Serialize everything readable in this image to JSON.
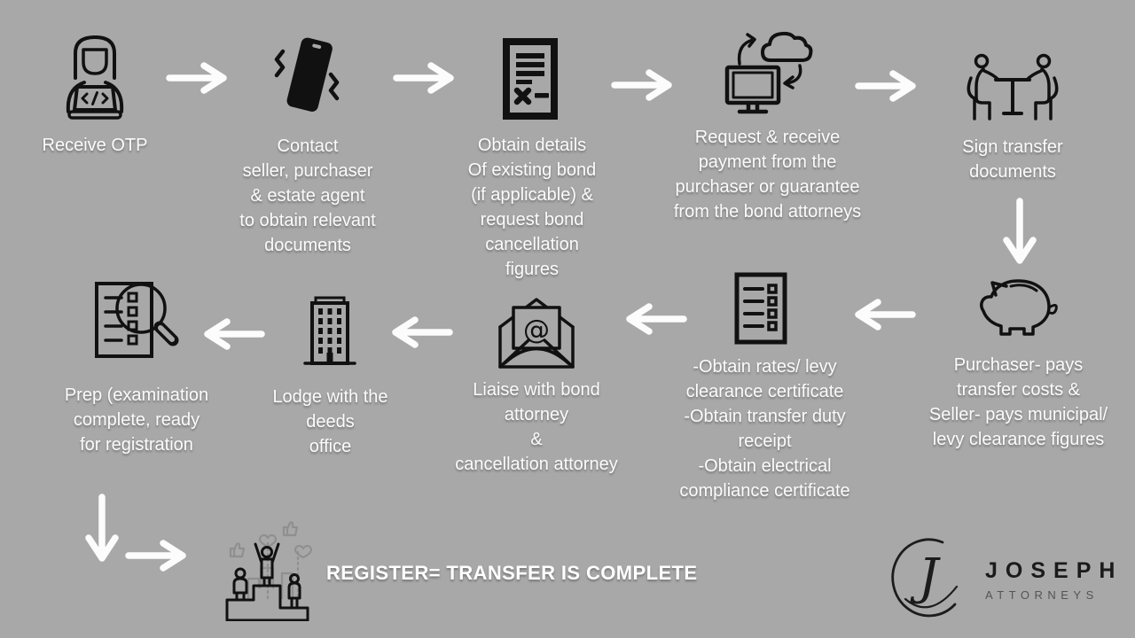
{
  "colors": {
    "background": "#a8a8a8",
    "icon_ink": "#111111",
    "label_text": "#fbfbfb",
    "arrow": "#fcfcfc",
    "podium_gray": "#8f8f8f",
    "logo_dark": "#1c1c1c",
    "logo_gray": "#555555"
  },
  "steps": [
    {
      "name": "receive-otp",
      "icon": "woman-laptop-icon",
      "label": "Receive OTP"
    },
    {
      "name": "contact-parties",
      "icon": "vibrating-phone-icon",
      "label": "Contact\nseller, purchaser\n& estate agent\nto obtain relevant\ndocuments"
    },
    {
      "name": "obtain-bond-details",
      "icon": "document-cancel-icon",
      "label": "Obtain details\nOf existing bond\n(if applicable) &\nrequest bond\ncancellation\nfigures"
    },
    {
      "name": "request-payment",
      "icon": "computer-cloud-sync-icon",
      "label": "Request & receive\npayment from the\npurchaser or guarantee\nfrom the bond attorneys"
    },
    {
      "name": "sign-transfer-documents",
      "icon": "meeting-table-icon",
      "label": "Sign transfer\ndocuments"
    },
    {
      "name": "pay-costs",
      "icon": "piggy-bank-icon",
      "label": "Purchaser- pays\ntransfer costs &\nSeller- pays municipal/\nlevy clearance figures"
    },
    {
      "name": "obtain-certificates",
      "icon": "checklist-icon",
      "label": "-Obtain rates/ levy\nclearance certificate\n-Obtain transfer duty\nreceipt\n-Obtain electrical\ncompliance certificate"
    },
    {
      "name": "liaise-attorneys",
      "icon": "email-envelope-icon",
      "label": "Liaise with bond\nattorney\n&\ncancellation attorney"
    },
    {
      "name": "lodge-deeds-office",
      "icon": "office-building-icon",
      "label": "Lodge with the\ndeeds\noffice"
    },
    {
      "name": "prep-registration",
      "icon": "document-magnifier-icon",
      "label": "Prep (examination\ncomplete, ready\nfor registration"
    }
  ],
  "final_step": {
    "name": "register-complete",
    "icon": "winner-podium-icon",
    "label": "REGISTER= TRANSFER IS COMPLETE"
  },
  "logo": {
    "monogram": "J",
    "name": "JOSEPH",
    "subtitle": "ATTORNEYS"
  }
}
